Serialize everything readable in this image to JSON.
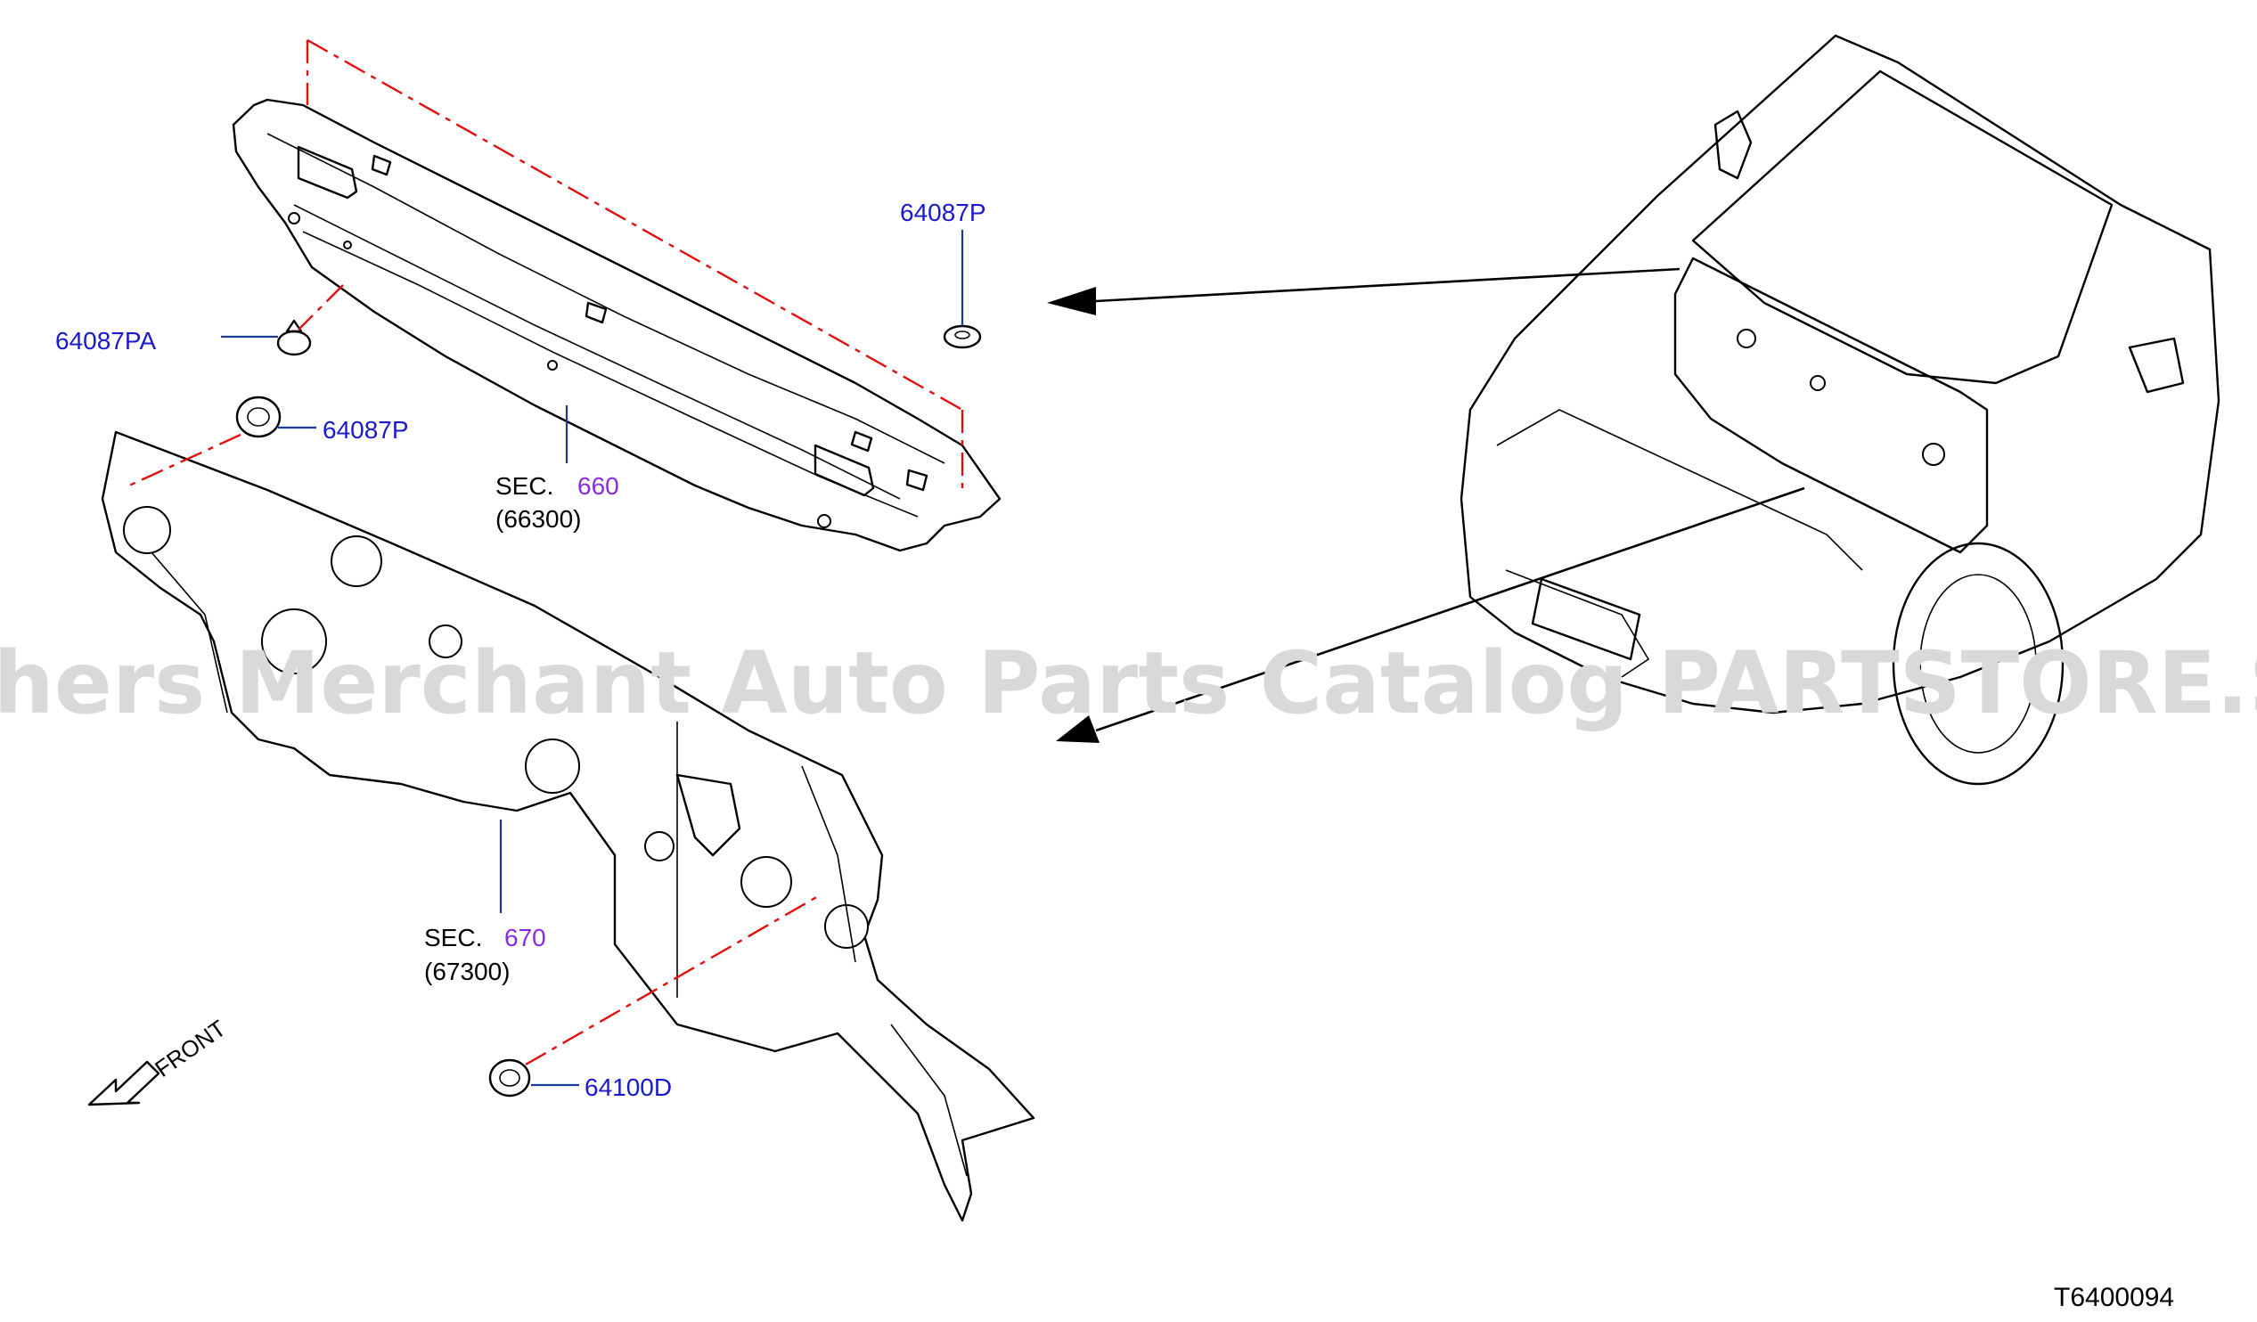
{
  "watermark": "Others Merchant Auto Parts Catalog PARTSTORE.SA",
  "figure_id": "T6400094",
  "labels": {
    "p_64087P_top": "64087P",
    "p_64087PA": "64087PA",
    "p_64087P_left": "64087P",
    "p_64100D": "64100D",
    "sec_660_prefix": "SEC.",
    "sec_660_num": "660",
    "sec_660_sub": "(66300)",
    "sec_670_prefix": "SEC.",
    "sec_670_num": "670",
    "sec_670_sub": "(67300)",
    "front": "FRONT"
  },
  "colors": {
    "part_number": "#1a1acc",
    "section_number": "#8a2be2",
    "dash_line": "#e01010",
    "leader": "#1a3a9a"
  }
}
